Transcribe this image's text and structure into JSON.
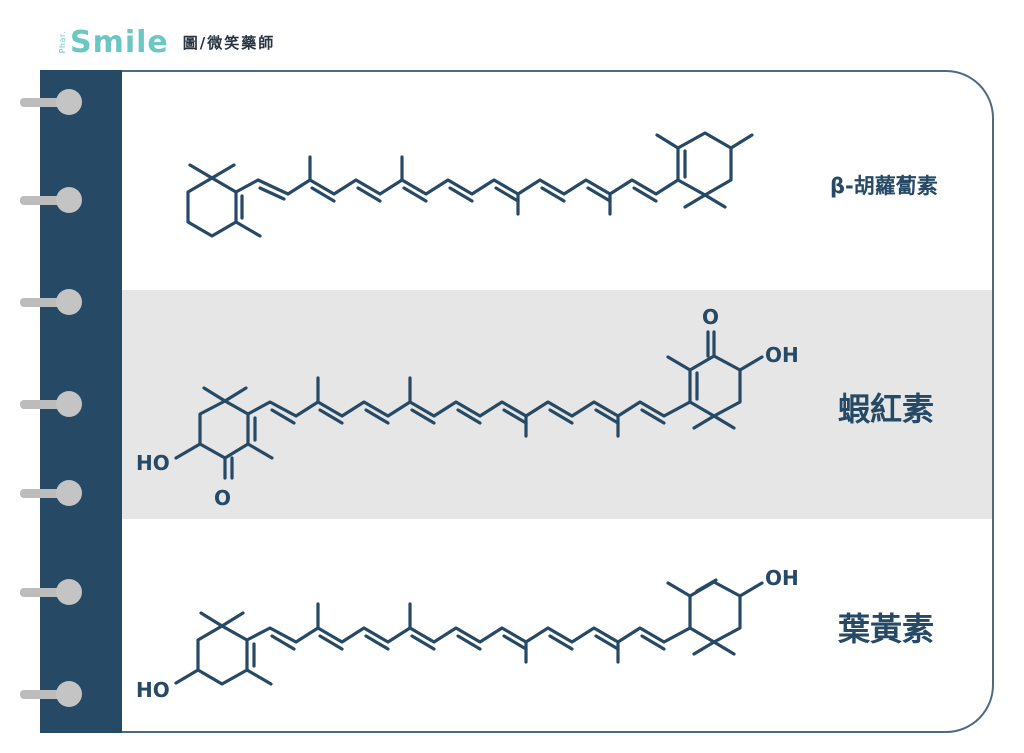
{
  "header": {
    "side_text": "Phar.",
    "brand": "Smile",
    "credit": "圖/微笑藥師"
  },
  "molecules": [
    {
      "name": "β-胡蘿蔔素"
    },
    {
      "name": "蝦紅素",
      "labels": {
        "oh_left": "HO",
        "o_bottom": "O",
        "o_top": "O",
        "oh_right": "OH"
      }
    },
    {
      "name": "葉黃素",
      "labels": {
        "oh_left": "HO",
        "oh_right": "OH"
      }
    }
  ],
  "colors": {
    "accent": "#6cc7c4",
    "navy": "#264a66",
    "band": "#e6e6e6",
    "ring": "#c4c4c4"
  }
}
